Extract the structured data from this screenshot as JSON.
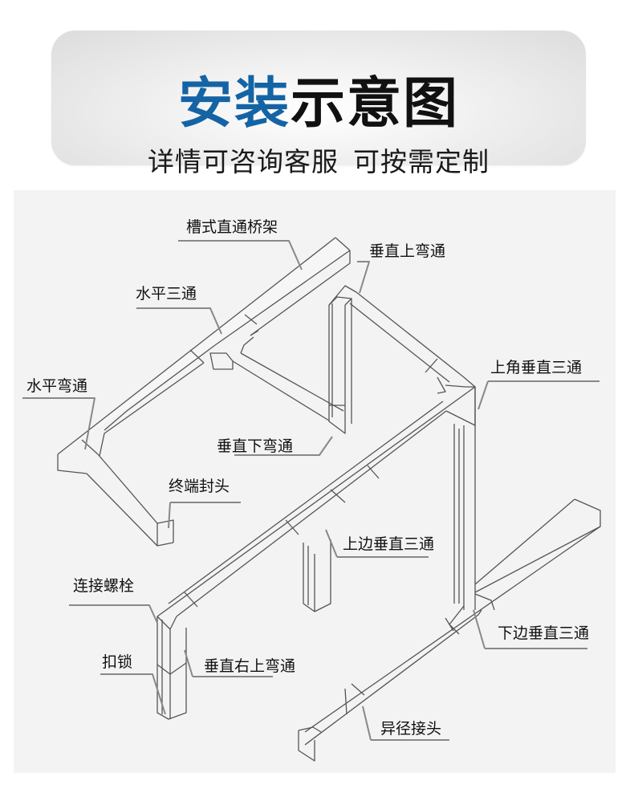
{
  "header": {
    "title_accent": "安装",
    "title_rest": "示意图",
    "subtitle_left": "详情可咨询客服",
    "subtitle_right": "可按需定制",
    "accent_color": "#1464a5"
  },
  "diagram": {
    "type": "cable-tray-installation-diagram",
    "labels": [
      {
        "id": "straight-tray",
        "text": "槽式直通桥架"
      },
      {
        "id": "vertical-up-bend",
        "text": "垂直上弯通"
      },
      {
        "id": "horizontal-tee",
        "text": "水平三通"
      },
      {
        "id": "top-corner-vertical-tee",
        "text": "上角垂直三通"
      },
      {
        "id": "horizontal-bend",
        "text": "水平弯通"
      },
      {
        "id": "vertical-down-bend",
        "text": "垂直下弯通"
      },
      {
        "id": "end-cap",
        "text": "终端封头"
      },
      {
        "id": "top-side-vertical-tee",
        "text": "上边垂直三通"
      },
      {
        "id": "connecting-bolt",
        "text": "连接螺栓"
      },
      {
        "id": "bottom-side-vertical-tee",
        "text": "下边垂直三通"
      },
      {
        "id": "buckle-lock",
        "text": "扣锁"
      },
      {
        "id": "vertical-right-up-bend",
        "text": "垂直右上弯通"
      },
      {
        "id": "reducer-joint",
        "text": "异径接头"
      }
    ]
  }
}
